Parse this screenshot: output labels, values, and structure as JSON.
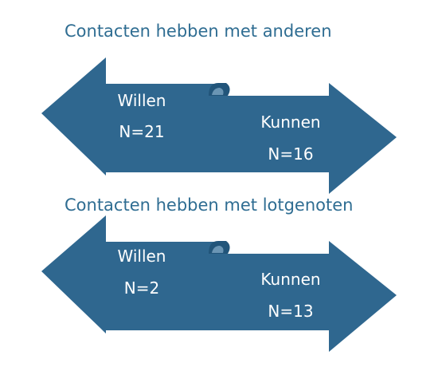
{
  "groups": [
    {
      "title": "Contacten hebben met anderen",
      "left": {
        "label": "Willen",
        "count": "N=21"
      },
      "right": {
        "label": "Kunnen",
        "count": "N=16"
      }
    },
    {
      "title": "Contacten hebben met lotgenoten",
      "left": {
        "label": "Willen",
        "count": "N=2"
      },
      "right": {
        "label": "Kunnen",
        "count": "N=13"
      }
    }
  ],
  "colors": {
    "arrow": "#2f678f",
    "arrow_fold": "#22557a",
    "title": "#2f6d92",
    "label": "#ffffff"
  }
}
